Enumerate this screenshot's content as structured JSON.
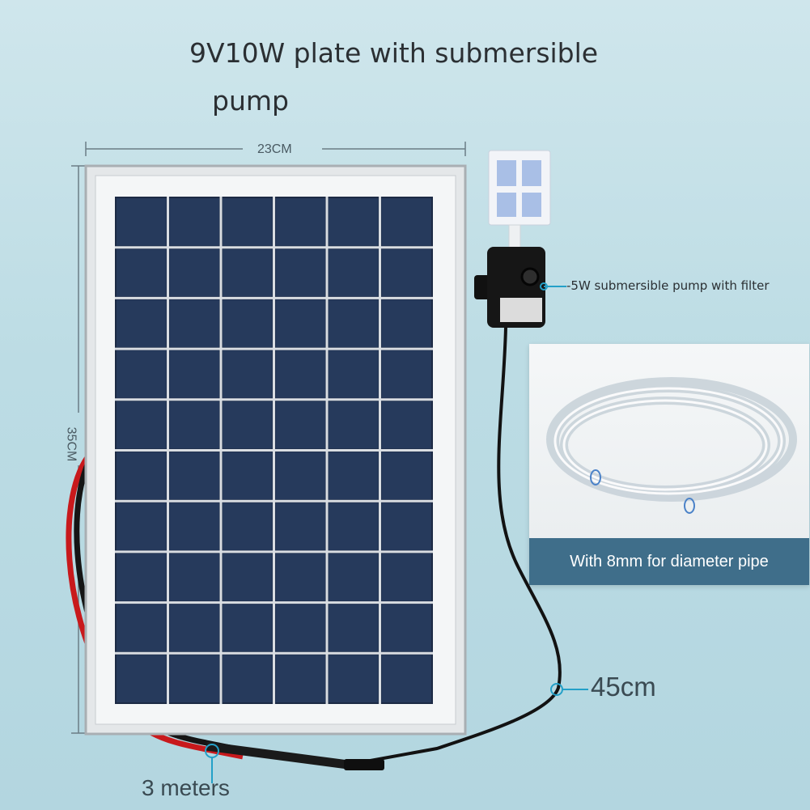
{
  "title": "9V10W plate with submersible",
  "subtitle": "pump",
  "dimensions": {
    "width_label": "23CM",
    "height_label": "35CM"
  },
  "pump_label": "-5W submersible pump with filter",
  "pipe_caption": "With 8mm for diameter pipe",
  "cable_short_label": "45cm",
  "cable_long_label": "3 meters"
}
